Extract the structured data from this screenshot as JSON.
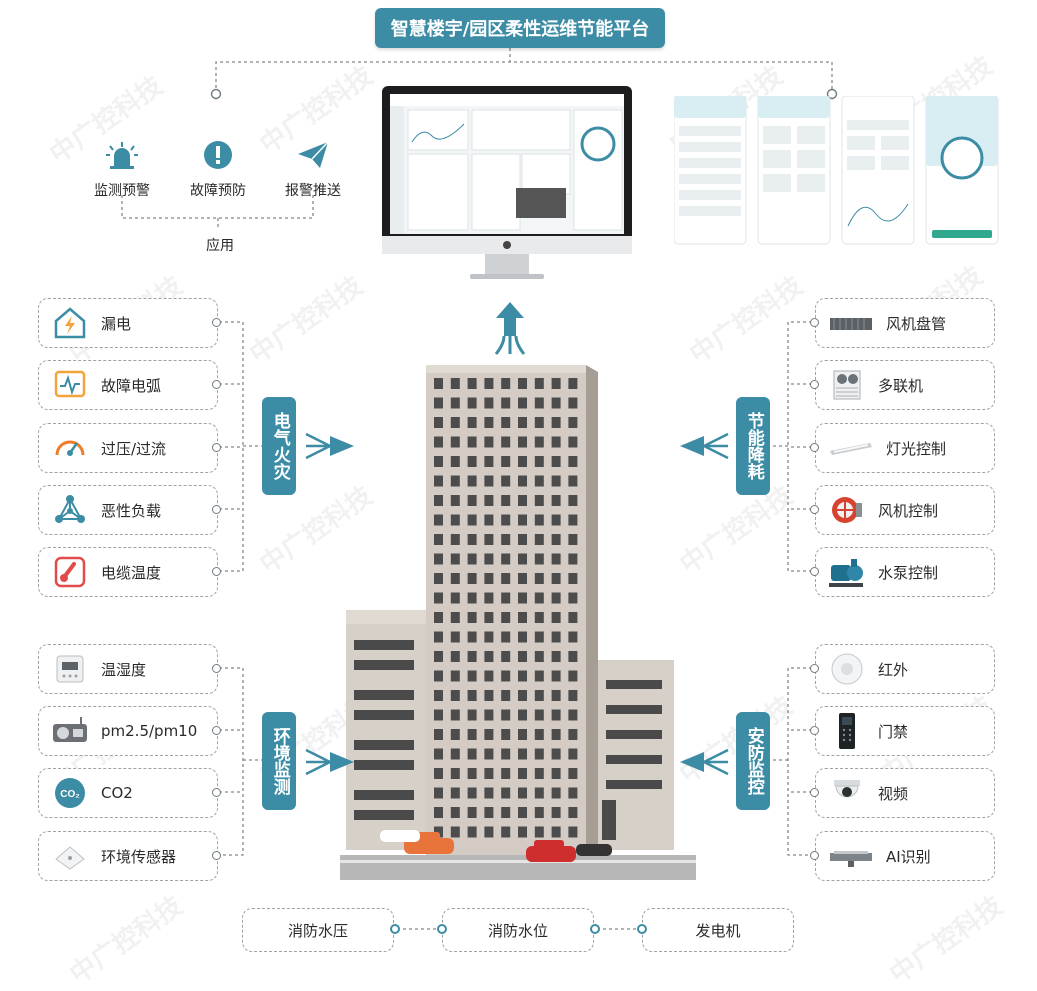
{
  "title": "智慧楼宇/园区柔性运维节能平台",
  "applications": {
    "label": "应用",
    "items": [
      {
        "label": "监测预警",
        "icon": "alarm-siren-icon"
      },
      {
        "label": "故障预防",
        "icon": "exclamation-icon"
      },
      {
        "label": "报警推送",
        "icon": "paper-plane-icon"
      }
    ]
  },
  "categories": {
    "electrical_fire": "电气火灾",
    "energy_saving": "节能降耗",
    "environment": "环境监测",
    "security": "安防监控"
  },
  "left_top": [
    {
      "label": "漏电",
      "icon": "house-lightning-icon"
    },
    {
      "label": "故障电弧",
      "icon": "arc-wave-icon"
    },
    {
      "label": "过压/过流",
      "icon": "gauge-icon"
    },
    {
      "label": "恶性负载",
      "icon": "network-nodes-icon"
    },
    {
      "label": "电缆温度",
      "icon": "thermometer-icon"
    }
  ],
  "left_bottom": [
    {
      "label": "温湿度",
      "icon": "humidity-sensor-icon"
    },
    {
      "label": "pm2.5/pm10",
      "icon": "pm-sensor-icon"
    },
    {
      "label": "CO2",
      "icon": "co2-icon"
    },
    {
      "label": "环境传感器",
      "icon": "environment-sensor-icon"
    }
  ],
  "right_top": [
    {
      "label": "风机盘管",
      "icon": "fan-coil-icon"
    },
    {
      "label": "多联机",
      "icon": "vrf-unit-icon"
    },
    {
      "label": "灯光控制",
      "icon": "light-bar-icon"
    },
    {
      "label": "风机控制",
      "icon": "fan-icon"
    },
    {
      "label": "水泵控制",
      "icon": "water-pump-icon"
    }
  ],
  "right_bottom": [
    {
      "label": "红外",
      "icon": "infrared-sensor-icon"
    },
    {
      "label": "门禁",
      "icon": "access-control-icon"
    },
    {
      "label": "视频",
      "icon": "dome-camera-icon"
    },
    {
      "label": "AI识别",
      "icon": "ai-camera-icon"
    }
  ],
  "bottom": [
    {
      "label": "消防水压"
    },
    {
      "label": "消防水位"
    },
    {
      "label": "发电机"
    }
  ],
  "watermark": "中广控科技",
  "colors": {
    "accent": "#3d8ca5",
    "dashed_border": "#9aa3a8",
    "building": "#cfc7c0"
  }
}
